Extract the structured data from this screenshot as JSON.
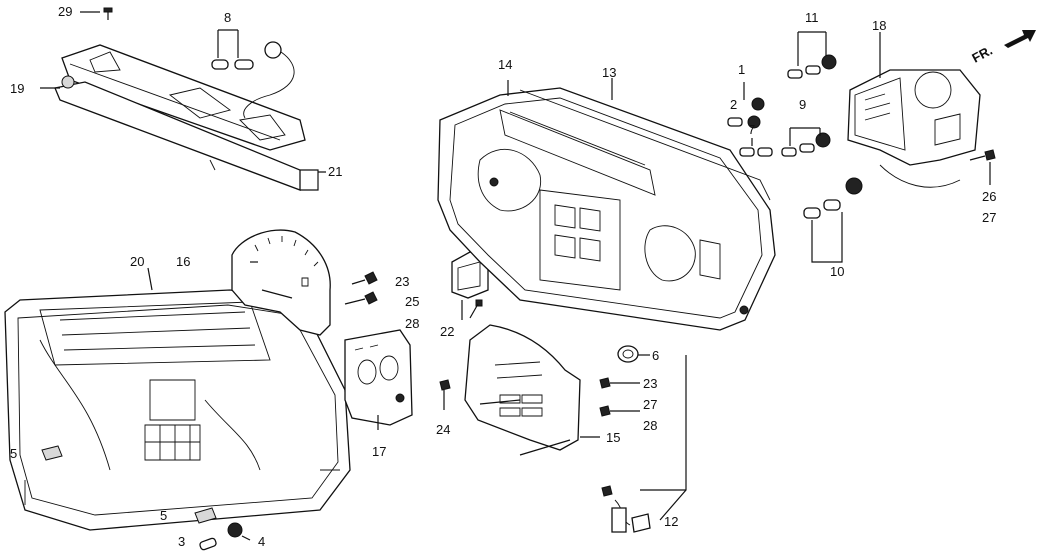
{
  "diagram": {
    "direction_label": "FR.",
    "callouts": {
      "c1": "1",
      "c2": "2",
      "c3": "3",
      "c4": "4",
      "c5a": "5",
      "c5b": "5",
      "c6": "6",
      "c7": "7",
      "c8": "8",
      "c9": "9",
      "c10": "10",
      "c11": "11",
      "c12": "12",
      "c13": "13",
      "c14": "14",
      "c15": "15",
      "c16": "16",
      "c17": "17",
      "c18": "18",
      "c19": "19",
      "c20": "20",
      "c21": "21",
      "c22": "22",
      "c23a": "23",
      "c23b": "23",
      "c24": "24",
      "c25": "25",
      "c26": "26",
      "c27a": "27",
      "c27b": "27",
      "c28a": "28",
      "c28b": "28",
      "c29": "29"
    }
  }
}
